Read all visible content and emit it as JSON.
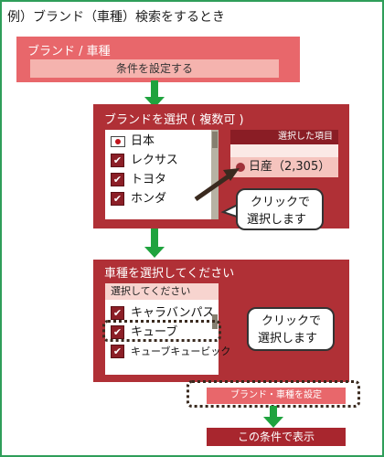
{
  "heading": "例）ブランド（車種）検索をするとき",
  "step1": {
    "title": "ブランド / 車種",
    "button": "条件を設定する"
  },
  "step2": {
    "title": "ブランドを選択 ( 複数可 )",
    "items": [
      {
        "label": "日本",
        "type": "flag"
      },
      {
        "label": "レクサス",
        "checked": true
      },
      {
        "label": "トヨタ",
        "checked": true
      },
      {
        "label": "ホンダ",
        "checked": true
      }
    ],
    "selected_header": "選択した項目",
    "selected_item": "日産（2,305）",
    "callout": {
      "line1": "クリックで",
      "line2": "選択します"
    }
  },
  "step3": {
    "title": "車種を選択してください",
    "list_header": "選択してください",
    "items": [
      {
        "label": "キャラバンパス",
        "checked": true
      },
      {
        "label": "キューブ",
        "checked": true
      },
      {
        "label": "キューブキュービック",
        "checked": true
      }
    ],
    "callout": {
      "line1": "クリックで",
      "line2": "選択します"
    }
  },
  "apply_button": "ブランド・車種を設定",
  "show_button": "この条件で表示",
  "checkmark": "✔",
  "colors": {
    "frame": "#2f9e5a",
    "arrow": "#1fa33e",
    "panel": "#b03036",
    "accent": "#e8676b"
  }
}
